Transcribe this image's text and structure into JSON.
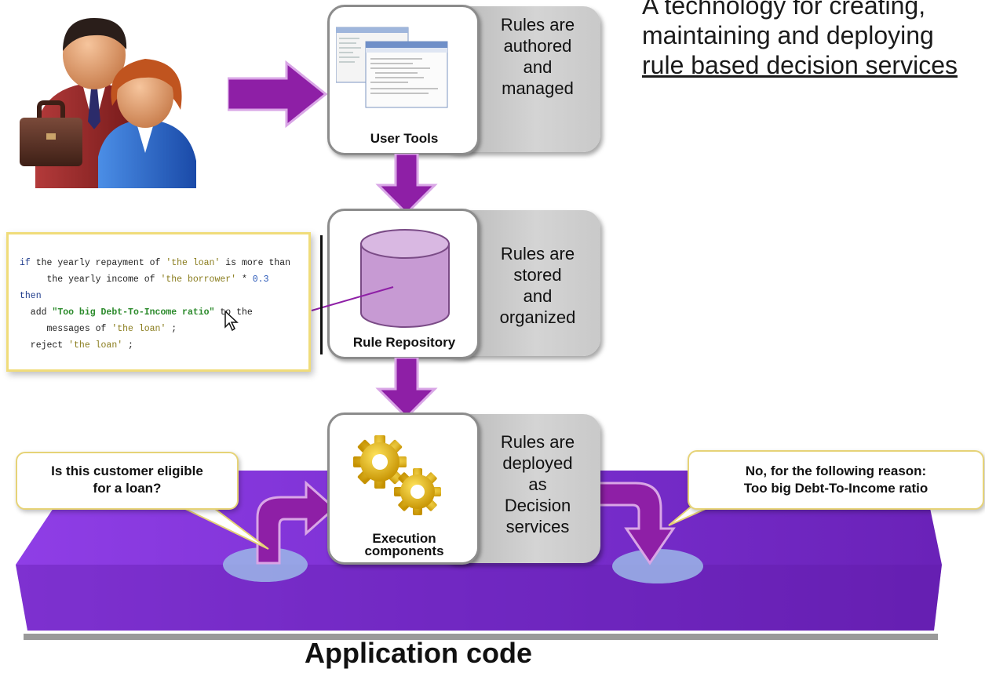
{
  "headline": {
    "line1": "A technology for creating,",
    "line2": "maintaining and deploying",
    "line3": "rule based decision services"
  },
  "stages": [
    {
      "label": "User Tools",
      "description": [
        "Rules are",
        "authored",
        "and",
        "managed"
      ],
      "icon": "screenshot-windows-icon"
    },
    {
      "label": "Rule Repository",
      "description": [
        "Rules are",
        "stored",
        "and",
        "organized"
      ],
      "icon": "database-cylinder-icon"
    },
    {
      "label_lines": [
        "Execution",
        "components"
      ],
      "description": [
        "Rules are",
        "deployed",
        "as",
        "Decision",
        "services"
      ],
      "icon": "gears-icon"
    }
  ],
  "code": {
    "line1": {
      "a": "if",
      "b": " the yearly repayment of ",
      "c": "'the loan'",
      "d": " is more than"
    },
    "line2": {
      "a": "     the yearly income of ",
      "b": "'the borrower'",
      "c": " * ",
      "d": "0.3"
    },
    "line3": "then",
    "line4": {
      "a": "  add ",
      "b": "\"Too big Debt-To-Income ratio\"",
      "c": " to the"
    },
    "line5": {
      "a": "     messages of ",
      "b": "'the loan'",
      "c": " ;"
    },
    "line6": {
      "a": "  reject ",
      "b": "'the loan'",
      "c": " ;"
    }
  },
  "callouts": {
    "question": [
      "Is this customer eligible",
      "for a loan?"
    ],
    "answer": [
      "No, for the following reason:",
      "Too big Debt-To-Income ratio"
    ]
  },
  "platform_label": "Application code",
  "colors": {
    "arrow_purple": "#8e1fa6",
    "platform_purple": "#7a2fd0",
    "repository_lilac": "#c79ad3",
    "gear_gold": "#e5b800",
    "panel_grey": "#c4c4c4",
    "callout_border": "#e6d377"
  },
  "icons": {
    "users": "business-people-icon",
    "cursor": "mouse-pointer-icon"
  }
}
